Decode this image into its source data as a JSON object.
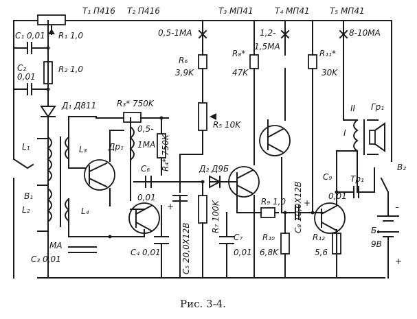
{
  "caption": "Рис. 3-4.",
  "labels": {
    "t1": "T₁ П416",
    "t2": "T₂ П416",
    "t3": "T₃ МП41",
    "t4": "T₄ МП41",
    "t5": "T₅ МП41",
    "c1": "C₁ 0,01",
    "r1": "R₁ 1,0",
    "c2a": "C₂",
    "c2b": "0,01",
    "r2": "R₂ 1,0",
    "d1": "Д₁ Д811",
    "r3": "R₃* 750K",
    "l1": "L₁",
    "l3": "L₃",
    "dr1": "Др₁",
    "v1": "В₁",
    "l2": "L₂",
    "l4": "L₄",
    "i3a": "0,5-",
    "i3b": "1МА",
    "r4": "R₄* 750K",
    "c6": "C₆",
    "c6v": "0,01",
    "ma": "МА",
    "c3": "C₃ 0,01",
    "c4": "C₄ 0,01",
    "c5": "C₅ 20,0X12B",
    "i1": "0,5-1МА",
    "r6a": "R₆",
    "r6b": "3,9K",
    "r5": "R₅ 10K",
    "d2": "Д₂ Д9Б",
    "r7": "R₇ 100K",
    "c7a": "C₇",
    "c7b": "0,01",
    "r8a": "R₈*",
    "r8b": "47K",
    "i2a": "1,2-",
    "i2b": "1,5МА",
    "r11a": "R₁₁*",
    "r11b": "30K",
    "i4": "8-10МА",
    "tr_i": "I",
    "tr_ii": "II",
    "gr1": "Гр₁",
    "tp1": "Тр₁",
    "c9a": "C₉",
    "c9b": "0,01",
    "c8": "C₈ 10,0X12B",
    "r9": "R₉ 1,0",
    "r10a": "R₁₀",
    "r10b": "6,8K",
    "r12a": "R₁₂",
    "r12b": "5,6",
    "v2": "В₂",
    "b1a": "Б₁",
    "b1b": "9В",
    "minus": "–",
    "plus_c5": "+",
    "plus_c8": "+",
    "plus_bat": "+"
  }
}
